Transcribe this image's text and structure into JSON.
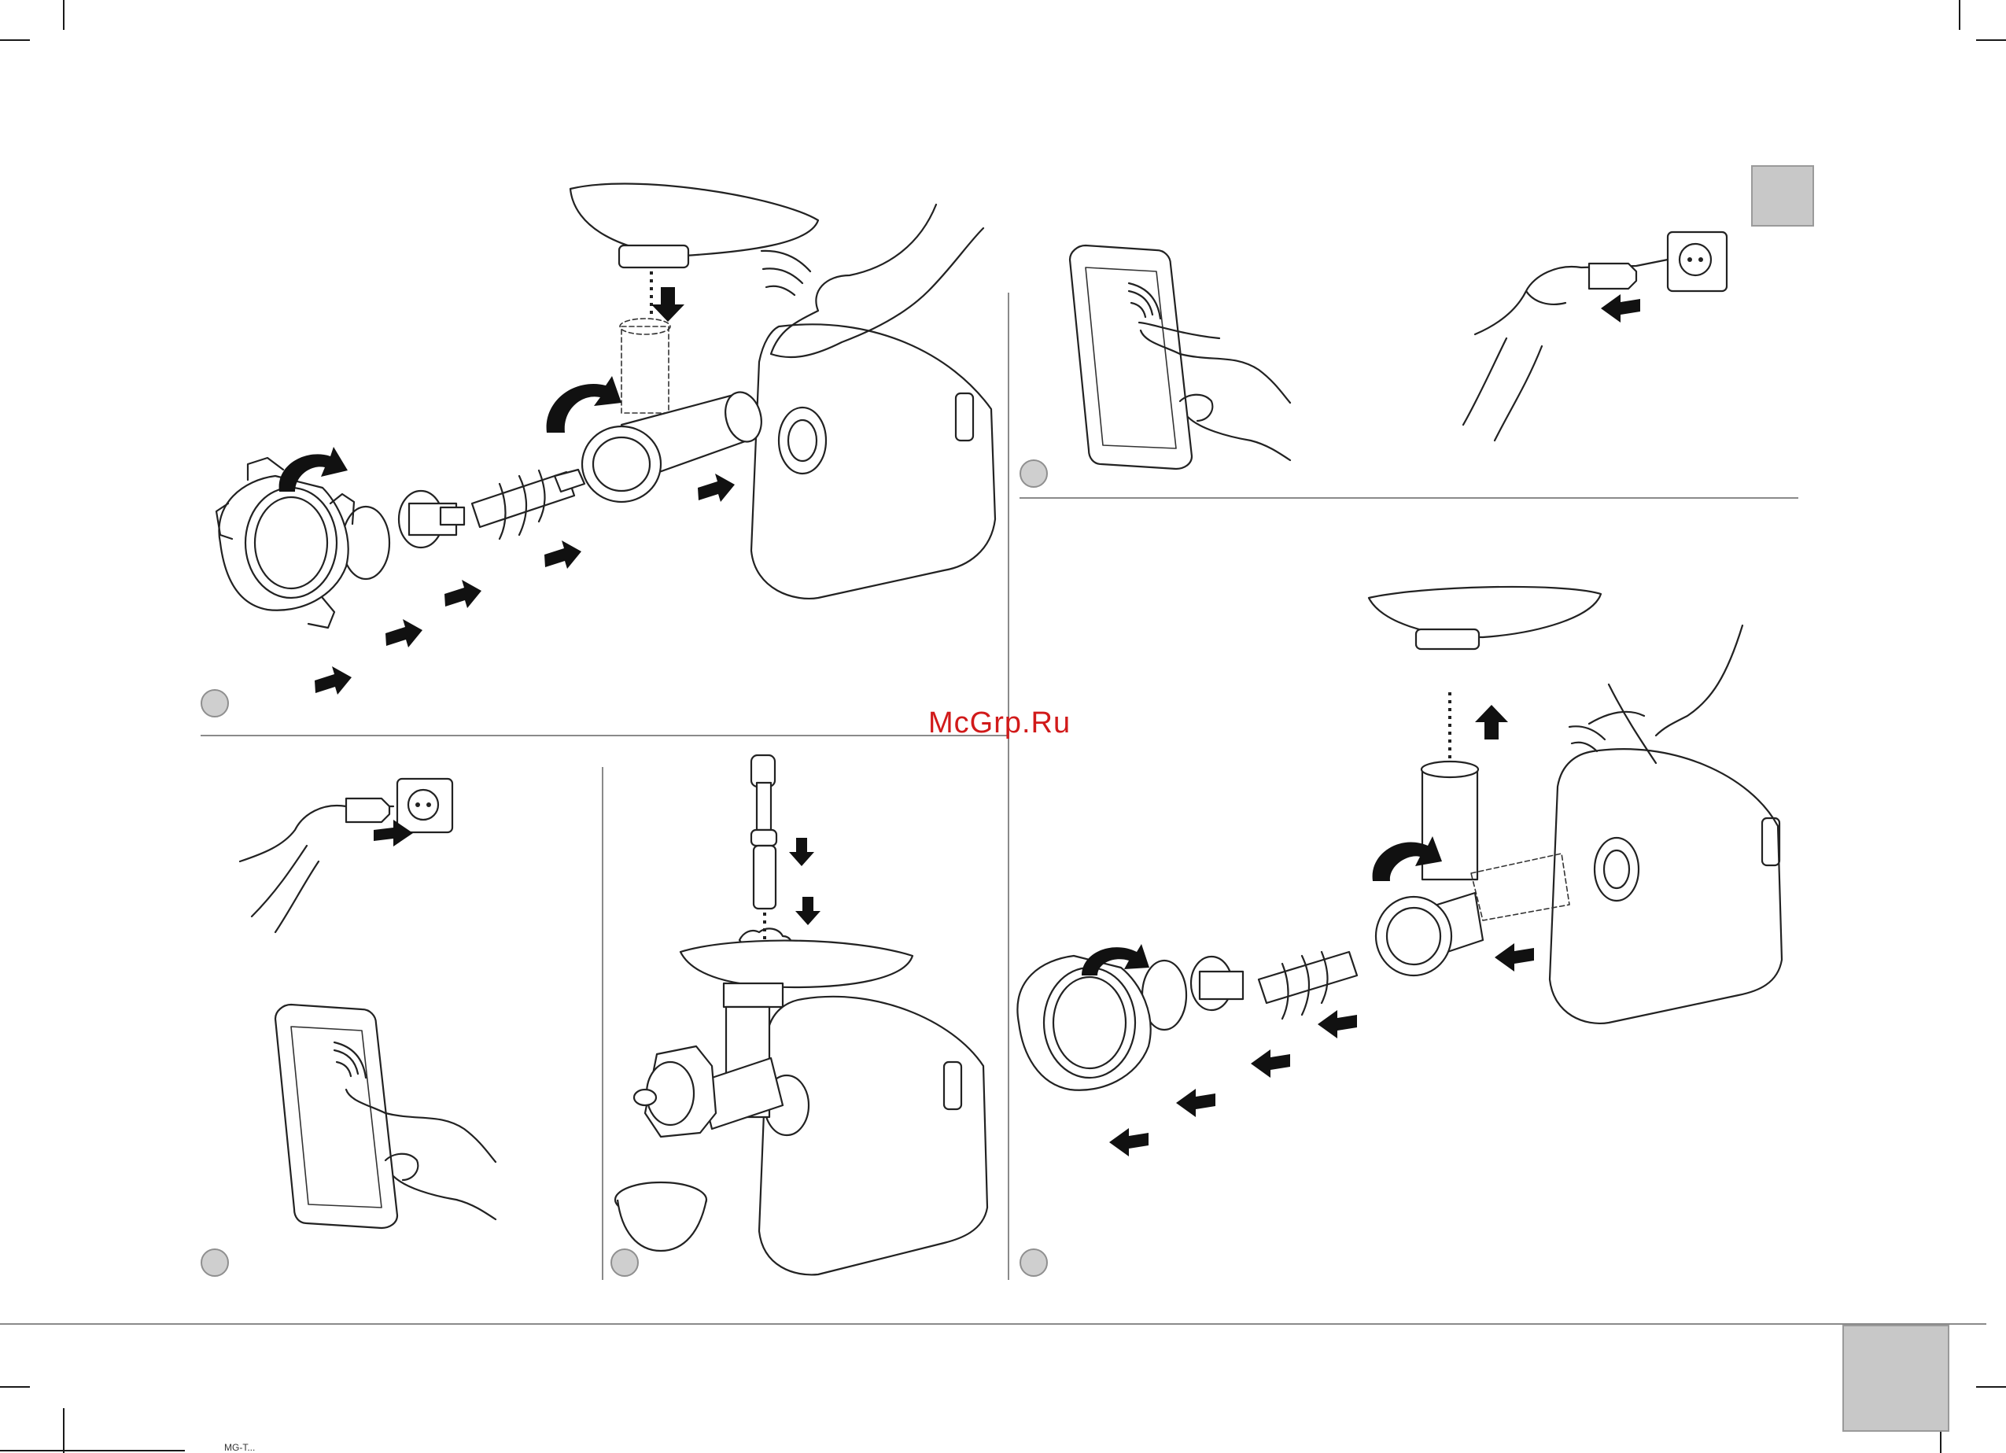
{
  "watermark": {
    "text": "McGrp.Ru",
    "color": "#d11a1a"
  },
  "footer": {
    "text": "MG-T..."
  },
  "page_tabs": {
    "top_right_color": "#c8c8c8",
    "bottom_right_color": "#c8c8c8"
  },
  "panels": [
    {
      "id": "assembly",
      "illustration": "meat-grinder-assembly",
      "step_marker": ""
    },
    {
      "id": "power-on",
      "illustration": "plug-in-and-press-switch",
      "step_marker": ""
    },
    {
      "id": "mincing",
      "illustration": "pusher-feeding-meat",
      "step_marker": ""
    },
    {
      "id": "power-off",
      "illustration": "press-switch-and-unplug",
      "step_marker": ""
    },
    {
      "id": "disassembly",
      "illustration": "meat-grinder-disassembly",
      "step_marker": ""
    }
  ],
  "icons": {
    "arrow": "arrow-icon",
    "rotate": "rotate-arrow-icon",
    "socket": "power-socket-icon",
    "hand": "hand-icon"
  }
}
